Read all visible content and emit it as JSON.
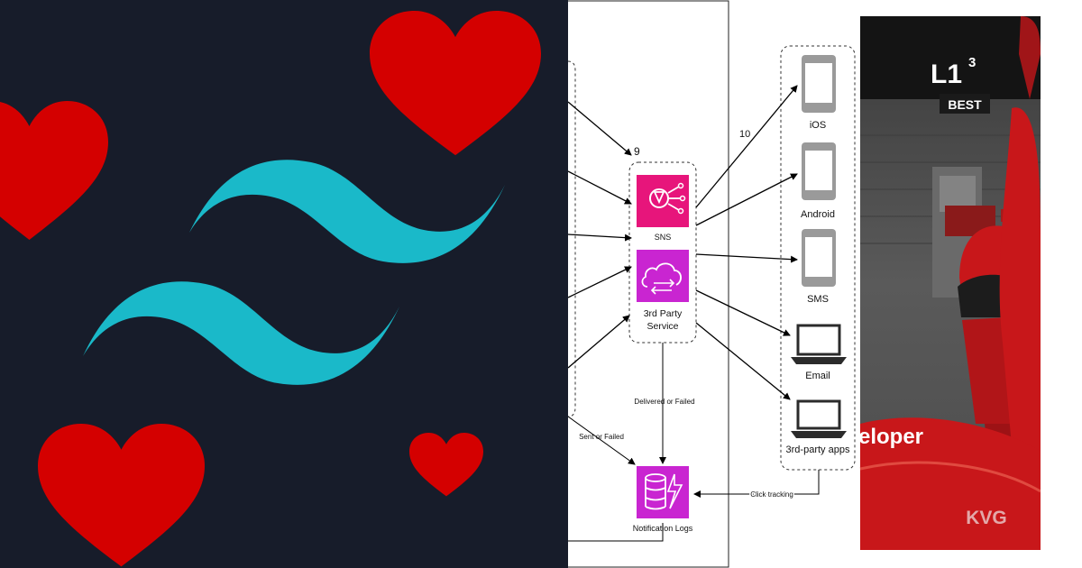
{
  "colors": {
    "left_background": "#171c2a",
    "heart": "#d40000",
    "logo": "#1ab9c9",
    "sns": "#e7157b",
    "service": "#c925d1",
    "device": "#9a9a9a",
    "racing_red": "#c8171a"
  },
  "left_panel": {
    "logo_icon": "tailwind-wave-logo",
    "heart_count": 4
  },
  "diagram": {
    "step_9": "9",
    "step_10": "10",
    "sns_label": "SNS",
    "third_party_label_line1": "3rd Party",
    "third_party_label_line2": "Service",
    "delivered_label": "Delivered or Failed",
    "sent_label": "Sent or Failed",
    "logs_label": "Notification Logs",
    "click_label": "Click tracking",
    "targets": {
      "ios": "iOS",
      "android": "Android",
      "sms": "SMS",
      "email": "Email",
      "apps": "3rd-party apps"
    }
  },
  "right_panel": {
    "position_main": "L1",
    "position_sup": "3",
    "best_label": "BEST",
    "headline_fragment": "eloper",
    "watermark": "KVG"
  }
}
